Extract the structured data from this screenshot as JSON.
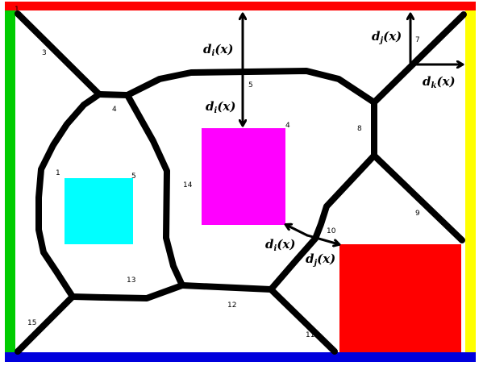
{
  "colors": {
    "border_top": "#ff0000",
    "border_left": "#00cc00",
    "border_right": "#ffff00",
    "border_bottom": "#0000dd",
    "obstacle_cyan": "#00ffff",
    "obstacle_magenta": "#ff00ff",
    "obstacle_red": "#ff0000",
    "graph": "#000000"
  },
  "region_numbers": {
    "n1_top": "1",
    "n3": "3",
    "n4_left": "4",
    "n1_cyan": "1",
    "n5_cyan": "5",
    "n14": "14",
    "n13": "13",
    "n15": "15",
    "n5_mid": "5",
    "n4_mag": "4",
    "n8": "8",
    "n7": "7",
    "n9": "9",
    "n10": "10",
    "n12": "12",
    "n11": "11"
  },
  "distance_labels": {
    "d_top_main": "d",
    "d_top_sub": "i",
    "d_top_arg": "(x)",
    "d_mag_main": "d",
    "d_mag_sub": "i",
    "d_mag_arg": "(x)",
    "d_jv_main": "d",
    "d_jv_sub": "j",
    "d_jv_arg": "(x)",
    "d_kh_main": "d",
    "d_kh_sub": "k",
    "d_kh_arg": "(x)",
    "d_i_left_main": "d",
    "d_i_left_sub": "i",
    "d_i_left_arg": "(x)",
    "d_j_right_main": "d",
    "d_j_right_sub": "j",
    "d_j_right_arg": "(x)"
  }
}
